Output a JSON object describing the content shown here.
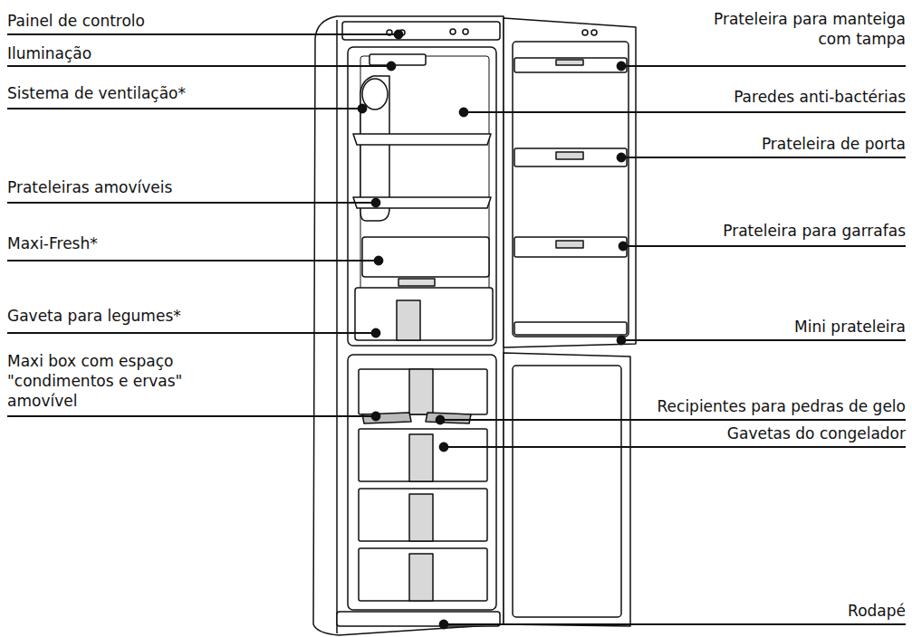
{
  "diagram": {
    "labels": [
      "Painel de controlo",
      "Iluminação",
      "Sistema de ventilação*",
      "Prateleiras amovíveis",
      "Maxi-Fresh*",
      "Gaveta para legumes*",
      "Maxi box com espaço \"condimentos e ervas\" amovível",
      "Prateleira para manteiga com tampa",
      "Paredes anti-bactérias",
      "Prateleira de porta",
      "Prateleira para garrafas",
      "Mini prateleira",
      "Recipientes para pedras de gelo",
      "Gavetas do congelador",
      "Rodapé"
    ]
  }
}
